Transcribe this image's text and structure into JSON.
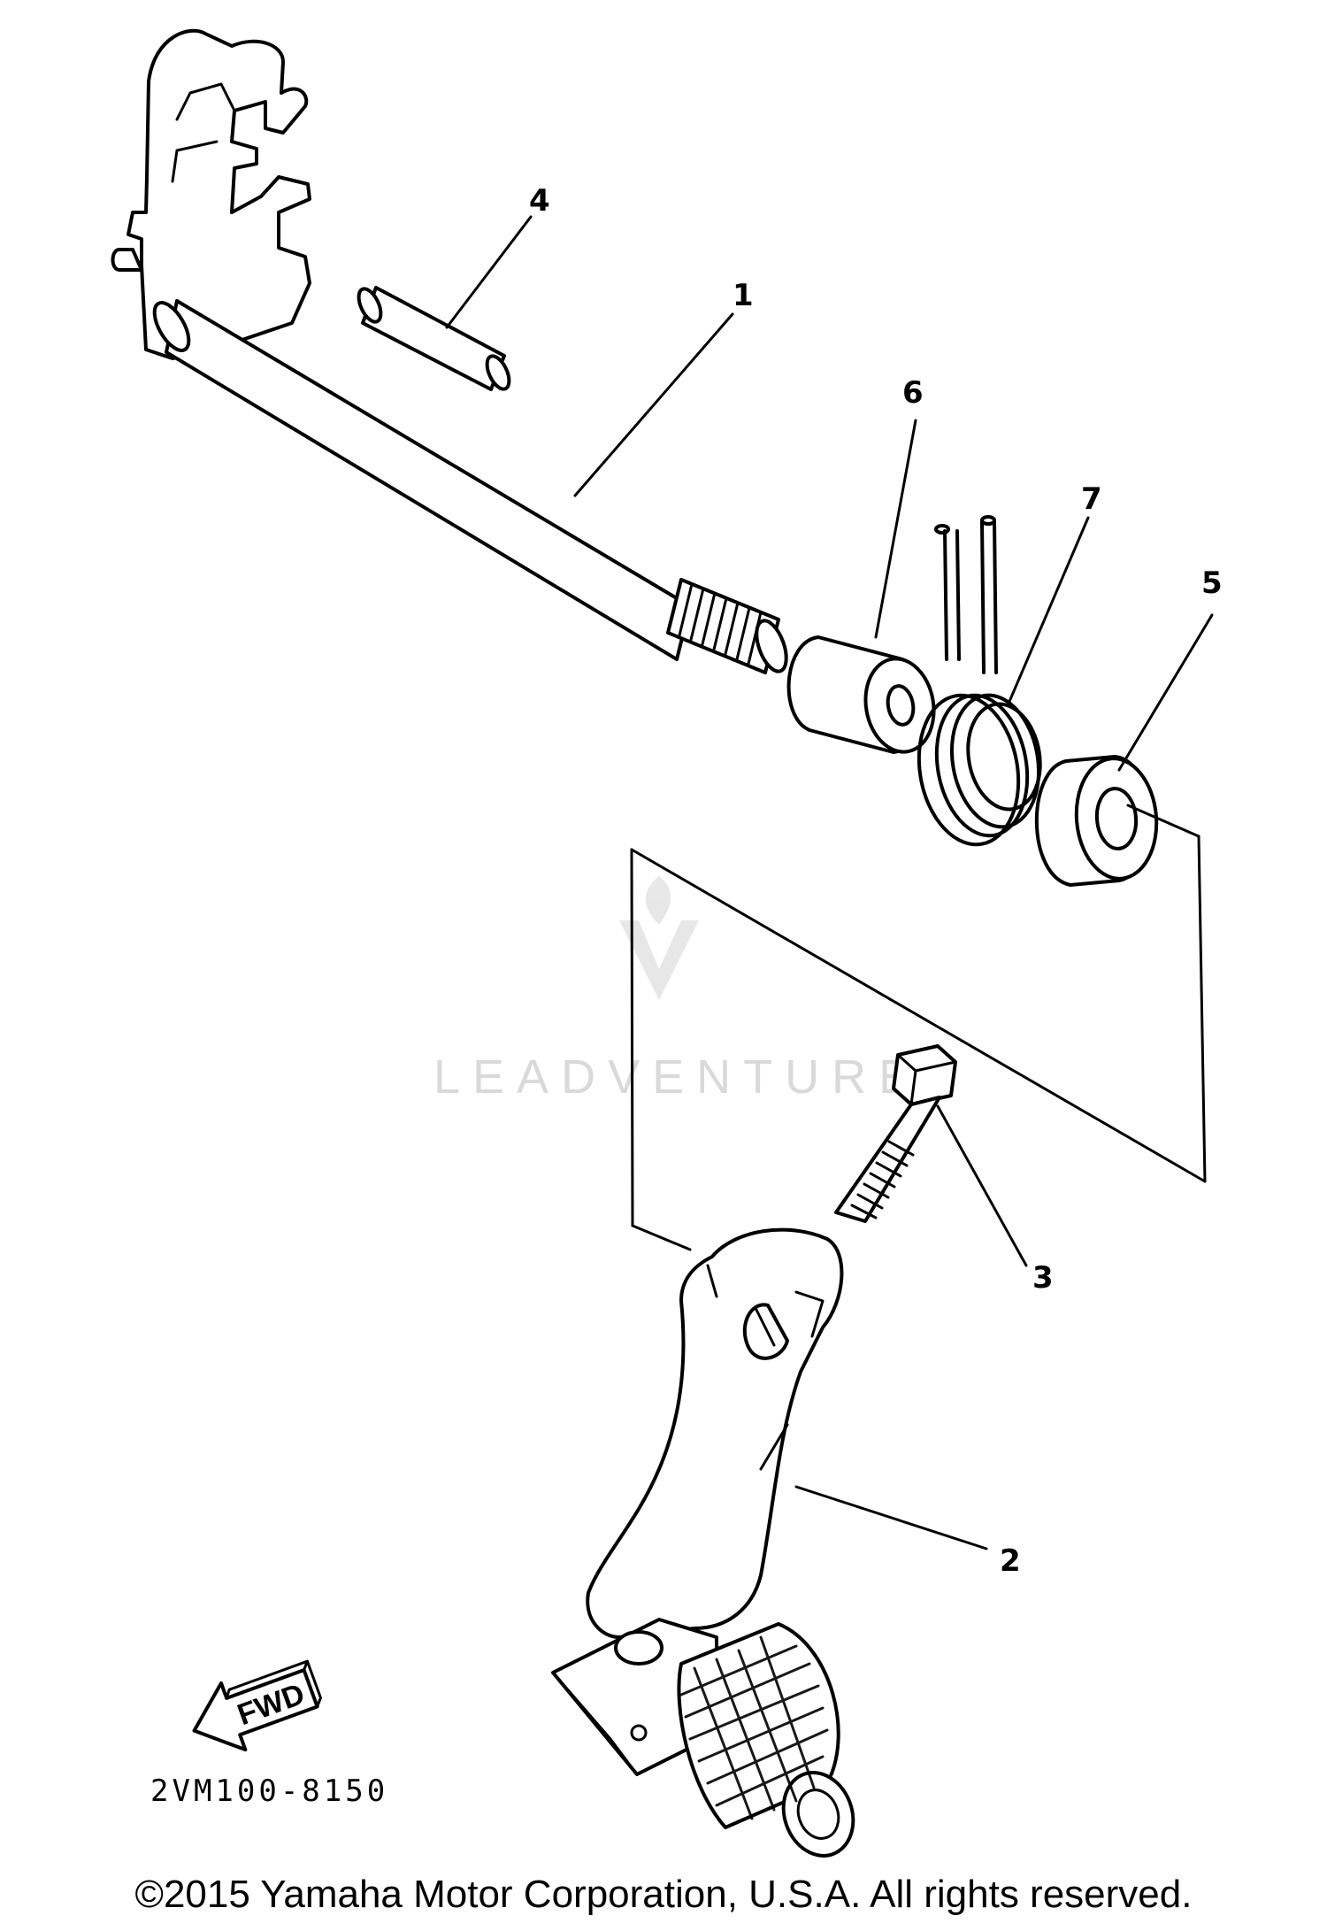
{
  "diagram": {
    "callouts": [
      {
        "id": "1",
        "label": "1"
      },
      {
        "id": "2",
        "label": "2"
      },
      {
        "id": "3",
        "label": "3"
      },
      {
        "id": "4",
        "label": "4"
      },
      {
        "id": "5",
        "label": "5"
      },
      {
        "id": "6",
        "label": "6"
      },
      {
        "id": "7",
        "label": "7"
      }
    ],
    "part_code": "2VM100-8150",
    "fwd_label": "FWD",
    "watermark_text": "LEADVENTURE"
  },
  "footer": {
    "copyright": "©2015 Yamaha Motor Corporation, U.S.A. All rights reserved."
  },
  "colors": {
    "line": "#000000",
    "background": "#ffffff",
    "watermark": "#d9d9d9"
  },
  "icons": [
    "fwd-arrow-icon",
    "leadventure-logo-icon"
  ]
}
